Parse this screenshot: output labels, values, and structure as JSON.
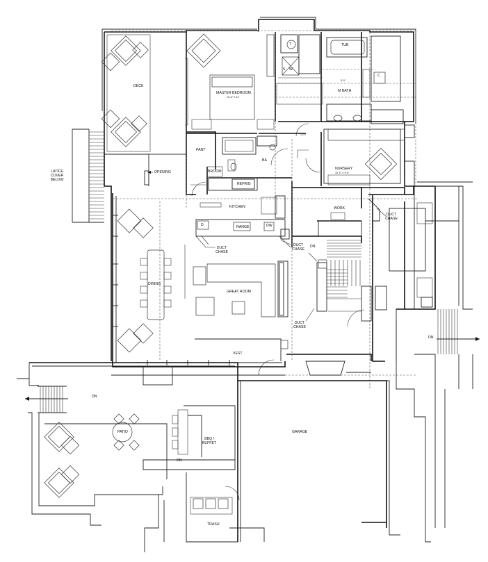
{
  "rooms": {
    "deck": "DECK",
    "master_bedroom": "MASTER BEDROOM",
    "master_bedroom_dim": "15'-5\" X 14'",
    "tub": "TUB",
    "m_bath": "M BATH",
    "m_bath_dim": "8'-9\"",
    "pantry": "PANT",
    "broom": "BROOM",
    "ba": "BA",
    "nursery": "NURSERY",
    "nursery_dim": "15'-5\" X 9'-6\"",
    "refrig": "REFRIG",
    "kitchen": "KITCHEN",
    "work": "WORK",
    "range": "RANGE",
    "dw": "DW",
    "d": "D",
    "dining": "DINING",
    "great_room": "GREAT ROOM",
    "vest": "VEST",
    "patio": "PATIO",
    "bbq_buffet": "BBQ / BUFFET",
    "garage": "GARAGE",
    "trash": "TRASH",
    "c": "C",
    "s": "S",
    "w": "W",
    "t": "T"
  },
  "notes": {
    "opening": "OPENING",
    "lattice": "LATICE COVER BELOW",
    "duct_chase": "DUCT CHASE",
    "dn": "DN"
  }
}
